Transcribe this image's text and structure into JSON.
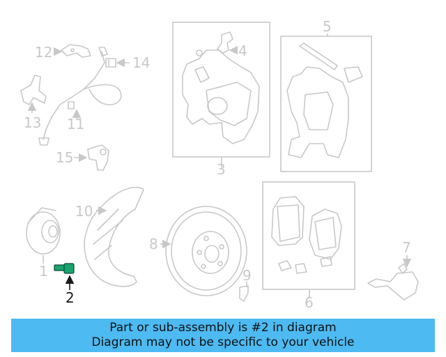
{
  "diagram": {
    "callouts": {
      "c1": "1",
      "c2": "2",
      "c3": "3",
      "c4": "4",
      "c5": "5",
      "c6": "6",
      "c7": "7",
      "c8": "8",
      "c9": "9",
      "c10": "10",
      "c11": "11",
      "c12": "12",
      "c13": "13",
      "c14": "14",
      "c15": "15"
    },
    "highlighted_part": "2",
    "colors": {
      "highlight": "#1aa36f",
      "line_art": "#c8c8c8",
      "banner": "#4dbaf2"
    }
  },
  "banner": {
    "line1": "Part or sub-assembly is #2 in diagram",
    "line2": "Diagram may not be specific to your vehicle"
  }
}
